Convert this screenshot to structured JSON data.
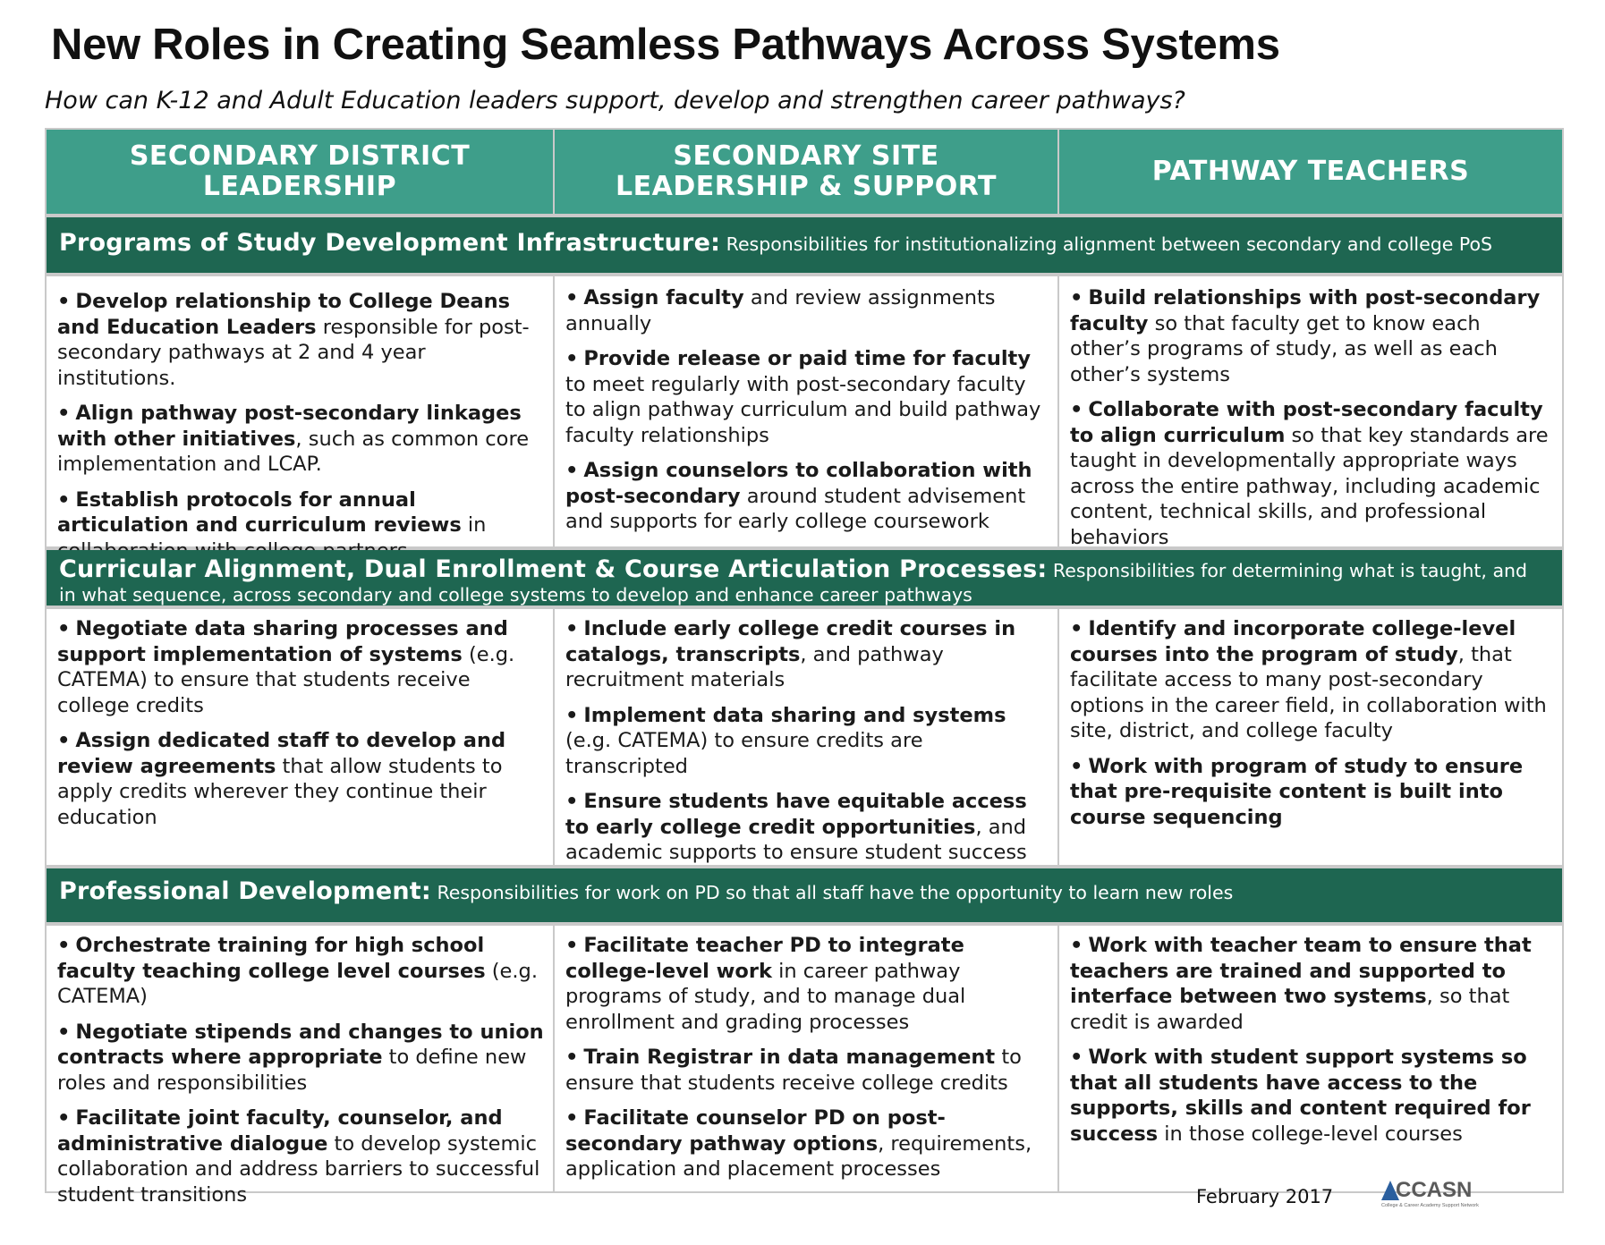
{
  "title": "New Roles in Creating Seamless Pathways Across Systems",
  "subtitle": "How can K-12 and Adult Education leaders support, develop and strengthen career pathways?",
  "columns": [
    {
      "line1": "SECONDARY DISTRICT",
      "line2": "LEADERSHIP"
    },
    {
      "line1": "SECONDARY SITE",
      "line2": "LEADERSHIP & SUPPORT"
    },
    {
      "line1": "PATHWAY TEACHERS",
      "line2": ""
    }
  ],
  "sections": [
    {
      "title": "Programs of Study Development Infrastructure:",
      "description": "Responsibilities for institutionalizing alignment between secondary and college PoS",
      "cells": [
        [
          {
            "bold": "Develop relationship to College Deans and Education Leaders",
            "text": " responsible for post-secondary pathways at 2 and 4 year institutions."
          },
          {
            "bold": "Align pathway post-secondary linkages with other initiatives",
            "text": ", such as common core implementation and LCAP."
          },
          {
            "bold": "Establish protocols for annual articulation and curriculum reviews",
            "text": " in collaboration with college partners."
          }
        ],
        [
          {
            "bold": "Assign faculty",
            "text": " and review assignments annually"
          },
          {
            "bold": "Provide release or paid time for faculty",
            "text": " to meet regularly with post-secondary faculty to align pathway curriculum and build pathway faculty relationships"
          },
          {
            "bold": "Assign counselors to collaboration with post-secondary",
            "text": " around student advisement and supports for early college coursework"
          }
        ],
        [
          {
            "bold": "Build relationships with post-secondary faculty",
            "text": " so that faculty get to know each other’s programs of study, as well as each other’s systems"
          },
          {
            "bold": "Collaborate with post-secondary faculty to align curriculum",
            "text": " so that key standards are taught in developmentally appropriate ways across the entire pathway, including academic content, technical skills, and professional behaviors"
          }
        ]
      ]
    },
    {
      "title": "Curricular Alignment, Dual Enrollment & Course Articulation Processes:",
      "description": "Responsibilities for determining what is taught, and in what sequence, across secondary and college systems to develop and enhance career pathways",
      "cells": [
        [
          {
            "bold": "Negotiate data sharing processes and support implementation of systems",
            "text": " (e.g. CATEMA) to ensure that students receive college credits"
          },
          {
            "bold": "Assign dedicated staff to develop and review agreements",
            "text": " that allow students to apply credits wherever they continue their education"
          }
        ],
        [
          {
            "bold": "Include early college credit courses in catalogs, transcripts",
            "text": ", and pathway recruitment materials"
          },
          {
            "bold": "Implement data sharing and systems",
            "text": " (e.g. CATEMA) to ensure credits are transcripted"
          },
          {
            "bold": "Ensure students have equitable access to early college credit opportunities",
            "text": ", and academic supports to ensure student success"
          }
        ],
        [
          {
            "bold": "Identify and incorporate college-level courses into the program of study",
            "text": ", that facilitate access to many post-secondary options in the career field, in collaboration with site, district, and college faculty"
          },
          {
            "bold": "Work with program of study to ensure that pre-requisite content is built into course sequencing",
            "text": ""
          }
        ]
      ]
    },
    {
      "title": "Professional Development:",
      "description": "Responsibilities for work on PD so that all staff have the opportunity to learn new roles",
      "cells": [
        [
          {
            "bold": "Orchestrate training for high school faculty teaching college level courses",
            "text": " (e.g. CATEMA)"
          },
          {
            "bold": "Negotiate stipends and changes to union contracts where appropriate",
            "text": " to define new roles and responsibilities"
          },
          {
            "bold": "Facilitate joint faculty, counselor, and administrative dialogue",
            "text": " to develop systemic collaboration and address barriers to successful student transitions"
          }
        ],
        [
          {
            "bold": "Facilitate teacher PD to integrate college-level work",
            "text": " in career pathway programs of study, and to manage dual enrollment and grading processes"
          },
          {
            "bold": "Train Registrar in data management",
            "text": " to ensure that students receive college credits"
          },
          {
            "bold": "Facilitate counselor PD on post-secondary pathway options",
            "text": ", requirements, application and placement processes"
          }
        ],
        [
          {
            "bold": "Work with teacher team to ensure that teachers are trained and supported to interface between two systems",
            "text": ", so that credit is awarded"
          },
          {
            "bold": "Work with student support systems so that all students have access to the supports, skills and content required for success",
            "text": " in those college-level courses"
          }
        ]
      ]
    }
  ],
  "footer": {
    "date": "February 2017",
    "logo_text": "CCASN",
    "logo_tagline": "College & Career Academy Support Network",
    "logo_color": "#2b5f9e"
  }
}
